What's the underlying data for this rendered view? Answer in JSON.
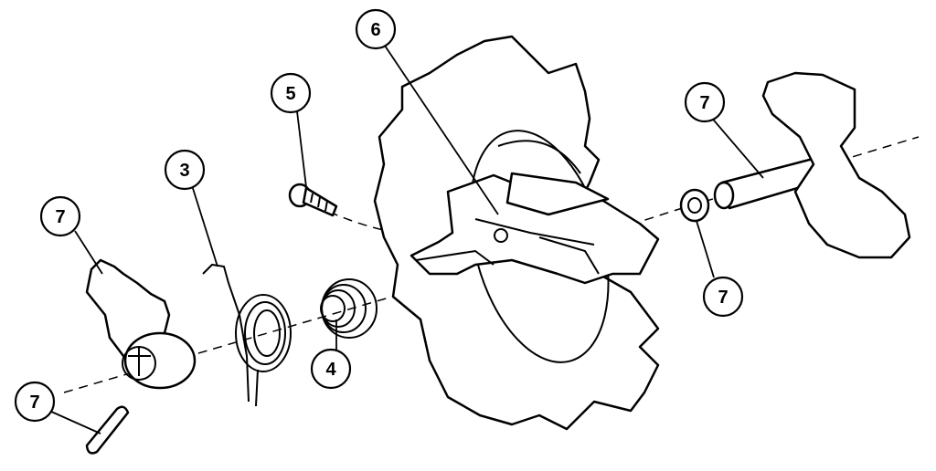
{
  "diagram": {
    "type": "exploded-parts-view",
    "callouts": [
      {
        "id": "c3",
        "label": "3"
      },
      {
        "id": "c4",
        "label": "4"
      },
      {
        "id": "c5",
        "label": "5"
      },
      {
        "id": "c6",
        "label": "6"
      },
      {
        "id": "c7-rod",
        "label": "7"
      },
      {
        "id": "c7-washer",
        "label": "7"
      },
      {
        "id": "c7-hinge",
        "label": "7"
      },
      {
        "id": "c7-pin",
        "label": "7"
      }
    ],
    "colors": {
      "ink": "#000000",
      "paper": "#ffffff"
    }
  }
}
